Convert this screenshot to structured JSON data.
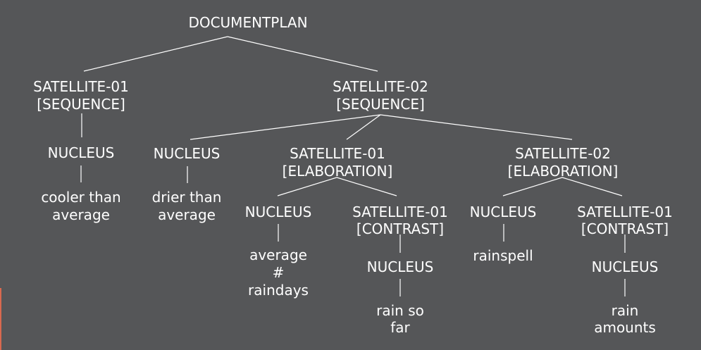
{
  "tree": {
    "root": "DOCUMENTPLAN",
    "sat1": {
      "role": "SATELLITE-01",
      "relation": "[SEQUENCE]"
    },
    "sat1_nucleus": "NUCLEUS",
    "sat1_text": [
      "cooler than",
      "average"
    ],
    "sat2": {
      "role": "SATELLITE-02",
      "relation": "[SEQUENCE]"
    },
    "sat2_nucleus": "NUCLEUS",
    "sat2_nucleus_text": [
      "drier than",
      "average"
    ],
    "elab1": {
      "role": "SATELLITE-01",
      "relation": "[ELABORATION]"
    },
    "elab1_nucleus": "NUCLEUS",
    "elab1_nucleus_text": [
      "average",
      "#",
      "raindays"
    ],
    "elab1_contrast": {
      "role": "SATELLITE-01",
      "relation": "[CONTRAST]"
    },
    "elab1_contrast_nucleus": "NUCLEUS",
    "elab1_contrast_text": [
      "rain so",
      "far"
    ],
    "elab2": {
      "role": "SATELLITE-02",
      "relation": "[ELABORATION]"
    },
    "elab2_nucleus": "NUCLEUS",
    "elab2_nucleus_text": [
      "rainspell"
    ],
    "elab2_contrast": {
      "role": "SATELLITE-01",
      "relation": "[CONTRAST]"
    },
    "elab2_contrast_nucleus": "NUCLEUS",
    "elab2_contrast_text": [
      "rain",
      "amounts"
    ]
  },
  "colors": {
    "background": "#555658",
    "foreground": "#ffffff",
    "edge_accent": "#d9694f"
  }
}
